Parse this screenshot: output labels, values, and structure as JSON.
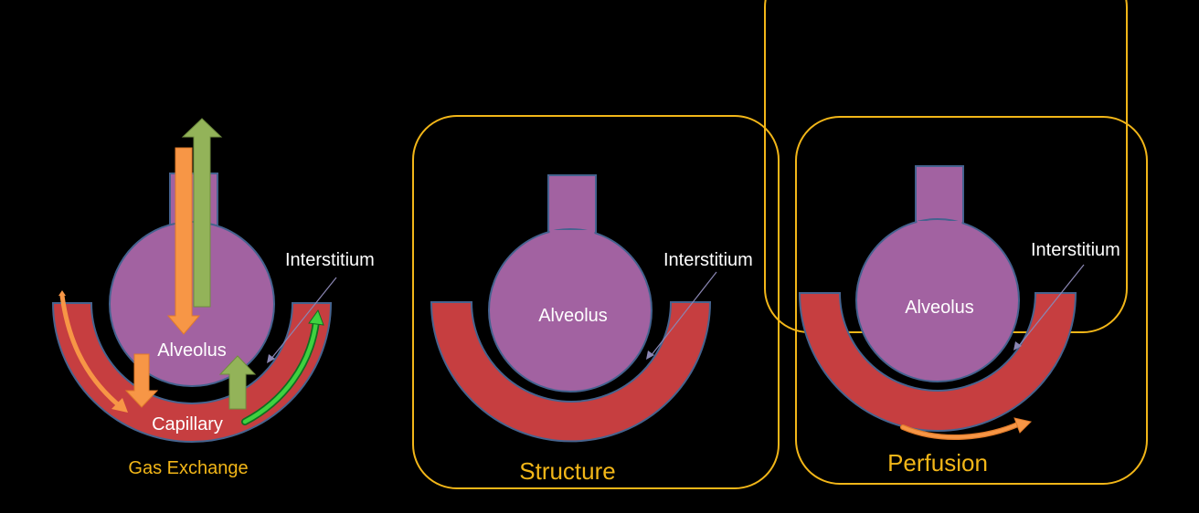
{
  "colors": {
    "background": "#000000",
    "alveolus_fill": "#a262a1",
    "alveolus_stroke": "#44628f",
    "capillary_fill": "#c63e40",
    "capillary_stroke": "#46648f",
    "frame_stroke": "#f2b618",
    "label_white": "#ffffff",
    "caption_gold": "#f2b618",
    "arrow_orange": "#f79646",
    "arrow_green": "#93b359",
    "arrow_bright_green": "#3fd13f",
    "interstitium_pointer": "#8a86b3"
  },
  "panels": {
    "gas_exchange": {
      "alveolus_label": "Alveolus",
      "capillary_label": "Capillary",
      "interstitium_label": "Interstitium",
      "caption": "Gas Exchange"
    },
    "structure": {
      "alveolus_label": "Alveolus",
      "interstitium_label": "Interstitium",
      "caption": "Structure"
    },
    "perfusion": {
      "alveolus_label": "Alveolus",
      "interstitium_label": "Interstitium",
      "caption": "Perfusion"
    }
  }
}
